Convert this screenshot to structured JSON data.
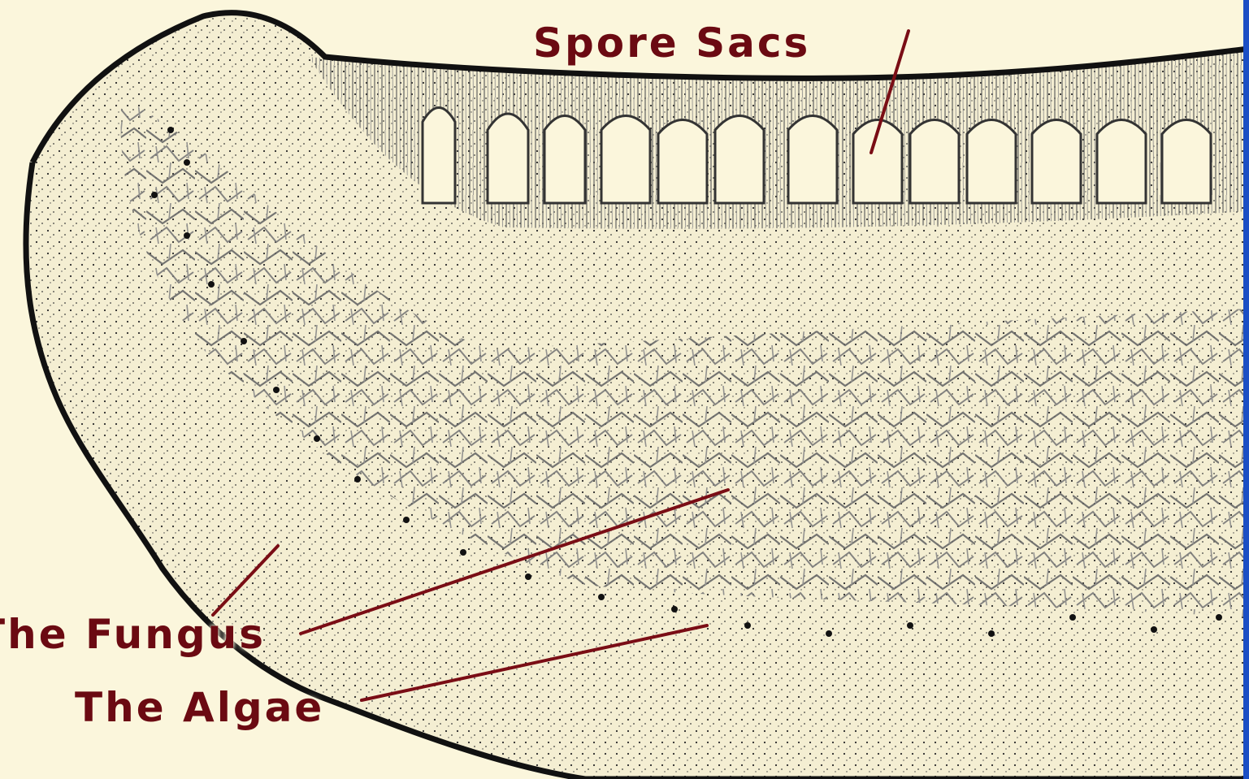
{
  "labels": {
    "spore_sacs": "Spore Sacs",
    "fungus": "The Fungus",
    "algae": "The Algae"
  },
  "colors": {
    "background": "#fbf6dc",
    "label_text": "#6b0a12",
    "leader_line": "#7a0d15",
    "ink": "#1a1a1a",
    "edge_bar": "#1b4fc4"
  }
}
